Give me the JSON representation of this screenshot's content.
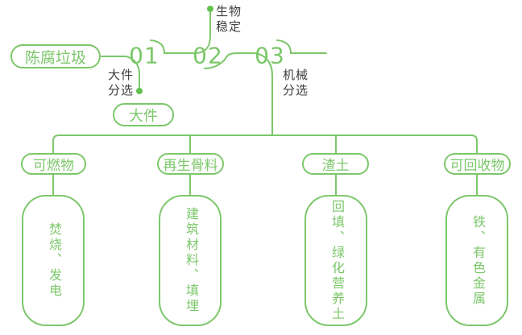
{
  "colors": {
    "line_green": "#7cc76a",
    "dot_green": "#63c14d",
    "label_dark": "#3e3e3e",
    "background": "#ffffff"
  },
  "flow": {
    "source_label": "陈腐垃圾",
    "steps": [
      {
        "number": "01",
        "side_label": "大件\n分选",
        "output_label": "大件"
      },
      {
        "number": "02",
        "top_label": "生物\n稳定"
      },
      {
        "number": "03",
        "side_label": "机械\n分选"
      }
    ]
  },
  "branches": [
    {
      "category": "可燃物",
      "use": "焚烧、发电"
    },
    {
      "category": "再生骨料",
      "use": "建筑材料、填埋"
    },
    {
      "category": "渣土",
      "use": "回填、绿化营养土"
    },
    {
      "category": "可回收物",
      "use": "铁、有色金属"
    }
  ]
}
